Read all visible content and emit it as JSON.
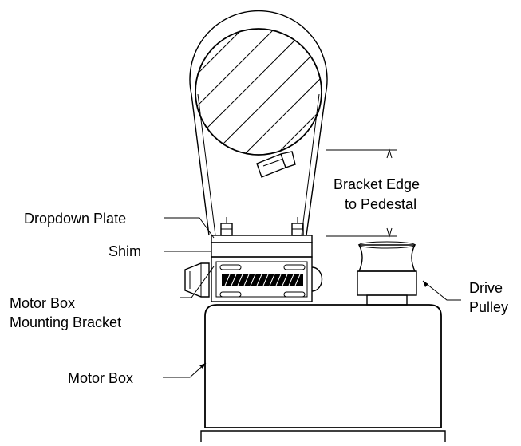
{
  "labels": {
    "bracket_edge_line1": "Bracket Edge",
    "bracket_edge_line2": "to Pedestal",
    "dropdown_plate": "Dropdown Plate",
    "shim": "Shim",
    "motor_box_mounting_line1": "Motor Box",
    "motor_box_mounting_line2": "Mounting Bracket",
    "drive_pulley_line1": "Drive",
    "drive_pulley_line2": "Pulley",
    "motor_box": "Motor Box"
  }
}
